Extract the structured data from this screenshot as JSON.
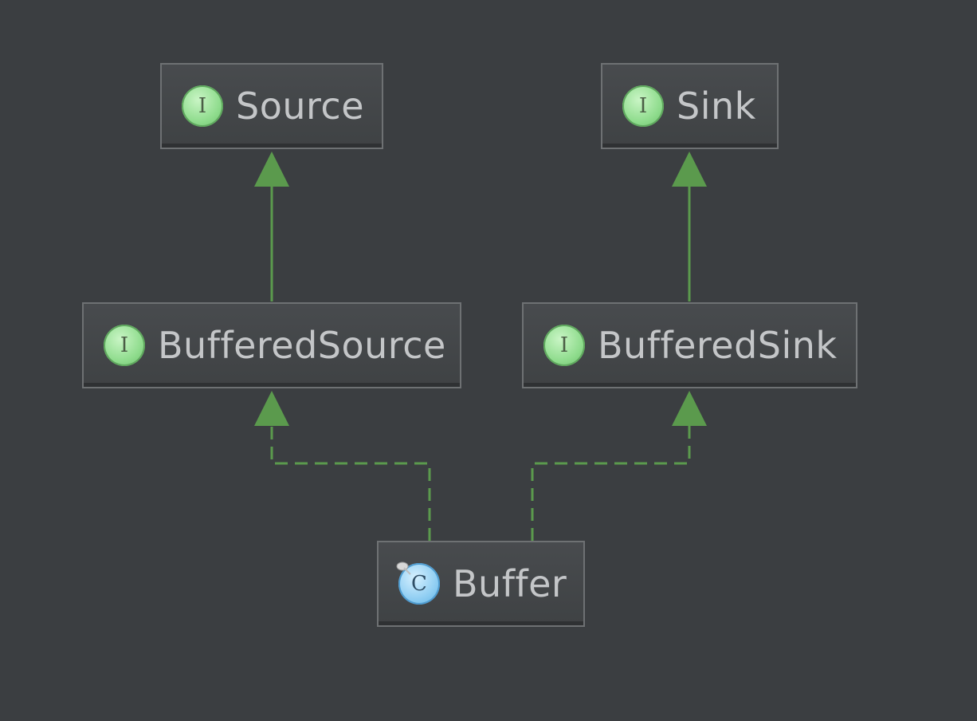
{
  "diagram": {
    "nodes": [
      {
        "id": "source",
        "name": "Source",
        "kind": "interface",
        "icon_letter": "I"
      },
      {
        "id": "sink",
        "name": "Sink",
        "kind": "interface",
        "icon_letter": "I"
      },
      {
        "id": "buffered_source",
        "name": "BufferedSource",
        "kind": "interface",
        "icon_letter": "I"
      },
      {
        "id": "buffered_sink",
        "name": "BufferedSink",
        "kind": "interface",
        "icon_letter": "I"
      },
      {
        "id": "buffer",
        "name": "Buffer",
        "kind": "class",
        "icon_letter": "C"
      }
    ],
    "edges": [
      {
        "from": "buffered_source",
        "to": "source",
        "type": "extends",
        "style": "solid"
      },
      {
        "from": "buffered_sink",
        "to": "sink",
        "type": "extends",
        "style": "solid"
      },
      {
        "from": "buffer",
        "to": "buffered_source",
        "type": "implements",
        "style": "dashed"
      },
      {
        "from": "buffer",
        "to": "buffered_sink",
        "type": "implements",
        "style": "dashed"
      }
    ],
    "colors": {
      "background": "#3b3e41",
      "edge": "#5b9a4d",
      "interface_icon": "#8fdc8d",
      "class_icon": "#8ecdf2",
      "label_text": "#c4c6c8",
      "node_border": "#6e7173"
    },
    "icons": {
      "interface": "interface-icon",
      "class": "class-icon",
      "class_pin": "pin-icon"
    }
  }
}
